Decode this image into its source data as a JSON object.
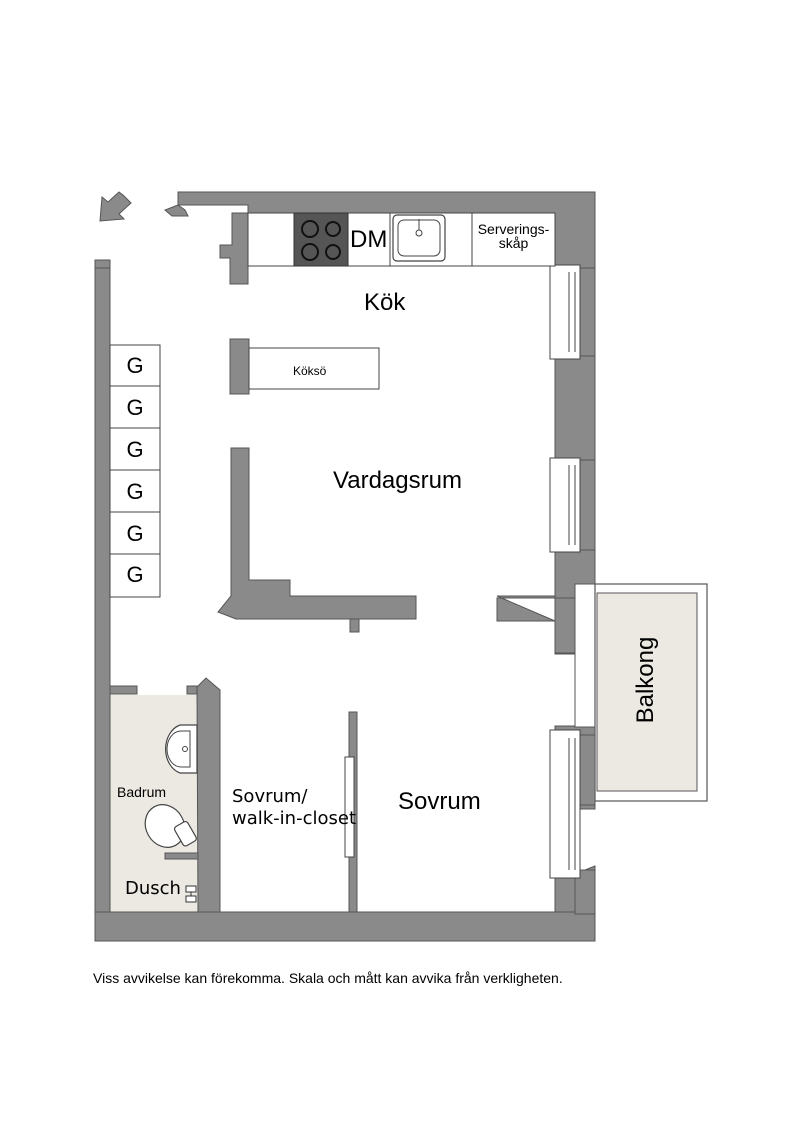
{
  "rooms": {
    "kitchen": "Kök",
    "kitchen_island": "Köksö",
    "living_room": "Vardagsrum",
    "bedroom": "Sovrum",
    "walk_in_line1": "Sovrum/",
    "walk_in_line2": "walk-in-closet",
    "bathroom": "Badrum",
    "shower": "Dusch",
    "balcony": "Balkong"
  },
  "fixtures": {
    "dishwasher": "DM",
    "serving_cabinet_line1": "Serverings-",
    "serving_cabinet_line2": "skåp",
    "wardrobes": [
      "G",
      "G",
      "G",
      "G",
      "G",
      "G"
    ]
  },
  "colors": {
    "wall": "#8a8a8a",
    "bathroom_floor": "#ebe9e1",
    "stove": "#555555"
  },
  "disclaimer": "Viss avvikelse kan förekomma. Skala och mått kan avvika från verkligheten."
}
